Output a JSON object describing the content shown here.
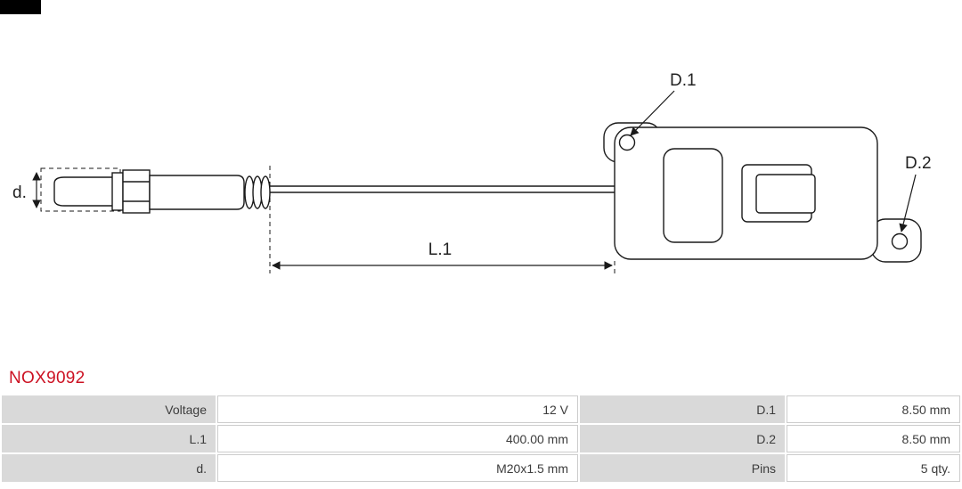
{
  "part_number": "NOX9092",
  "diagram": {
    "label_d1": "D.1",
    "label_d2": "D.2",
    "label_l1": "L.1",
    "label_d": "d."
  },
  "spec_table": {
    "rows": [
      {
        "label_left": "Voltage",
        "value_left": "12 V",
        "label_right": "D.1",
        "value_right": "8.50 mm"
      },
      {
        "label_left": "L.1",
        "value_left": "400.00 mm",
        "label_right": "D.2",
        "value_right": "8.50 mm"
      },
      {
        "label_left": "d.",
        "value_left": "M20x1.5 mm",
        "label_right": "Pins",
        "value_right": "5 qty."
      }
    ]
  },
  "colors": {
    "part_number_red": "#cc1122",
    "label_cell_bg": "#d9d9d9",
    "value_cell_border": "#cccccc",
    "line_color": "#1a1a1a"
  }
}
